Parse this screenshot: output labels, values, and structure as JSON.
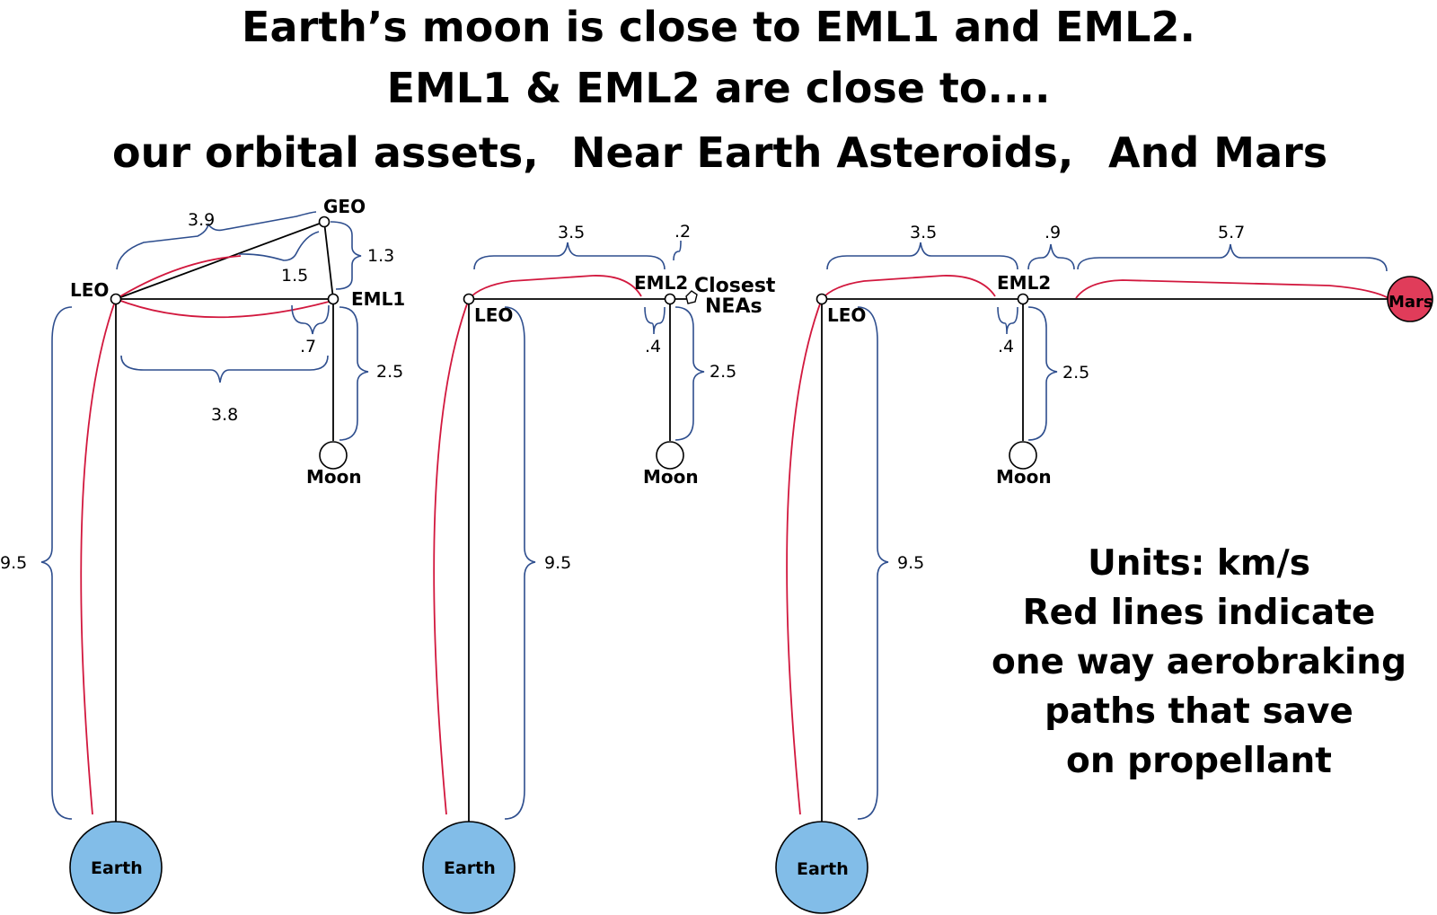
{
  "header": {
    "line1": "Earth’s moon is close to EML1 and EML2.",
    "line2": "EML1 & EML2 are close to....",
    "line3a": "our orbital assets,",
    "line3b": "Near Earth Asteroids,",
    "line3c": "And Mars"
  },
  "panel1": {
    "nodes": {
      "leo": "LEO",
      "geo": "GEO",
      "eml1": "EML1",
      "moon": "Moon",
      "earth": "Earth"
    },
    "deltas": {
      "leo_geo": "3.9",
      "geo_eml1": "1.3",
      "mid_geo": "1.5",
      "leo_eml1": "3.8",
      "eml1_offset": ".7",
      "eml1_moon": "2.5",
      "earth_leo": "9.5"
    }
  },
  "panel2": {
    "nodes": {
      "leo": "LEO",
      "eml2": "EML2",
      "neas": "Closest NEAs",
      "moon": "Moon",
      "earth": "Earth"
    },
    "deltas": {
      "leo_eml2": "3.5",
      "eml2_neas": ".2",
      "eml2_offset": ".4",
      "eml2_moon": "2.5",
      "earth_leo": "9.5"
    }
  },
  "panel3": {
    "nodes": {
      "leo": "LEO",
      "eml2": "EML2",
      "mars": "Mars",
      "moon": "Moon",
      "earth": "Earth"
    },
    "deltas": {
      "leo_eml2": "3.5",
      "eml2_gap": ".9",
      "eml2_mars": "5.7",
      "eml2_offset": ".4",
      "eml2_moon": "2.5",
      "earth_leo": "9.5"
    }
  },
  "notes": {
    "line1": "Units: km/s",
    "line2": "Red lines indicate",
    "line3": "one way aerobraking",
    "line4": "paths that save",
    "line5": "on propellant"
  },
  "colors": {
    "earth": "#82bde8",
    "mars": "#e03c5a",
    "path": "#d2183e",
    "brace": "#2e4e8e"
  }
}
